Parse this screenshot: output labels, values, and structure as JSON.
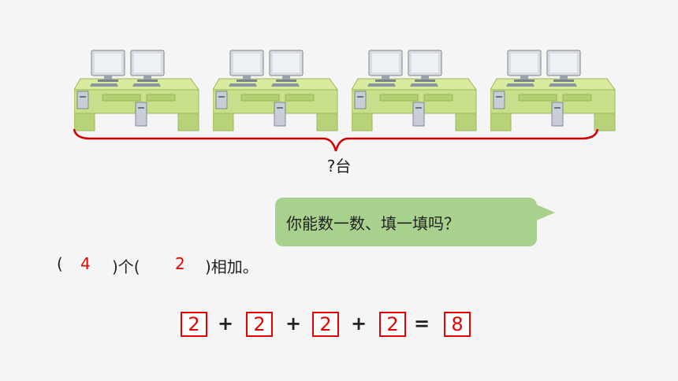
{
  "brace_label": "?台",
  "speech_bubble": {
    "text": "你能数一数、填一填吗？"
  },
  "fill_sentence": {
    "open_paren_1": "(",
    "count": "4",
    "close_1_word": ")个(",
    "addend": "2",
    "close_2_word": ")相加。"
  },
  "equation": {
    "terms": [
      "2",
      "2",
      "2",
      "2"
    ],
    "plus": "+",
    "equals": "=",
    "result": "8"
  },
  "desk_illustration": {
    "count": 4,
    "icon": "computer-desk-icon"
  },
  "colors": {
    "bubble": "#a9d18e",
    "answer_red": "#e60000",
    "desk_green": "#c8e08a",
    "brace_red": "#d00000"
  }
}
